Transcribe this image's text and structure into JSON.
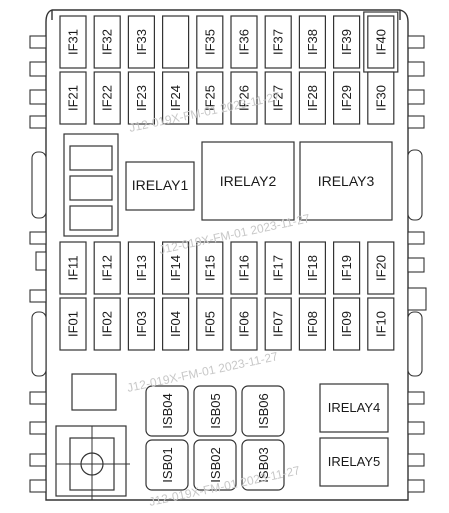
{
  "diagram": {
    "fuse_rows": [
      [
        "IF31",
        "IF32",
        "IF33",
        "",
        "IF35",
        "IF36",
        "IF37",
        "IF38",
        "IF39",
        "IF40"
      ],
      [
        "IF21",
        "IF22",
        "IF23",
        "IF24",
        "IF25",
        "IF26",
        "IF27",
        "IF28",
        "IF29",
        "IF30"
      ],
      [
        "IF11",
        "IF12",
        "IF13",
        "IF14",
        "IF15",
        "IF16",
        "IF17",
        "IF18",
        "IF19",
        "IF20"
      ],
      [
        "IF01",
        "IF02",
        "IF03",
        "IF04",
        "IF05",
        "IF06",
        "IF07",
        "IF08",
        "IF09",
        "IF10"
      ]
    ],
    "relays": {
      "irelay1": "IRELAY1",
      "irelay2": "IRELAY2",
      "irelay3": "IRELAY3",
      "irelay4": "IRELAY4",
      "irelay5": "IRELAY5"
    },
    "isb": {
      "isb04": "ISB04",
      "isb05": "ISB05",
      "isb06": "ISB06",
      "isb01": "ISB01",
      "isb02": "ISB02",
      "isb03": "ISB03"
    },
    "watermarks": [
      "J12-019X-FM-01 2023-11-27",
      "J12-019X-FM-01 2023-11-27",
      "J12-019X-FM-01 2023-11-27",
      "J12-019X-FM-01 2023-11-27"
    ]
  }
}
